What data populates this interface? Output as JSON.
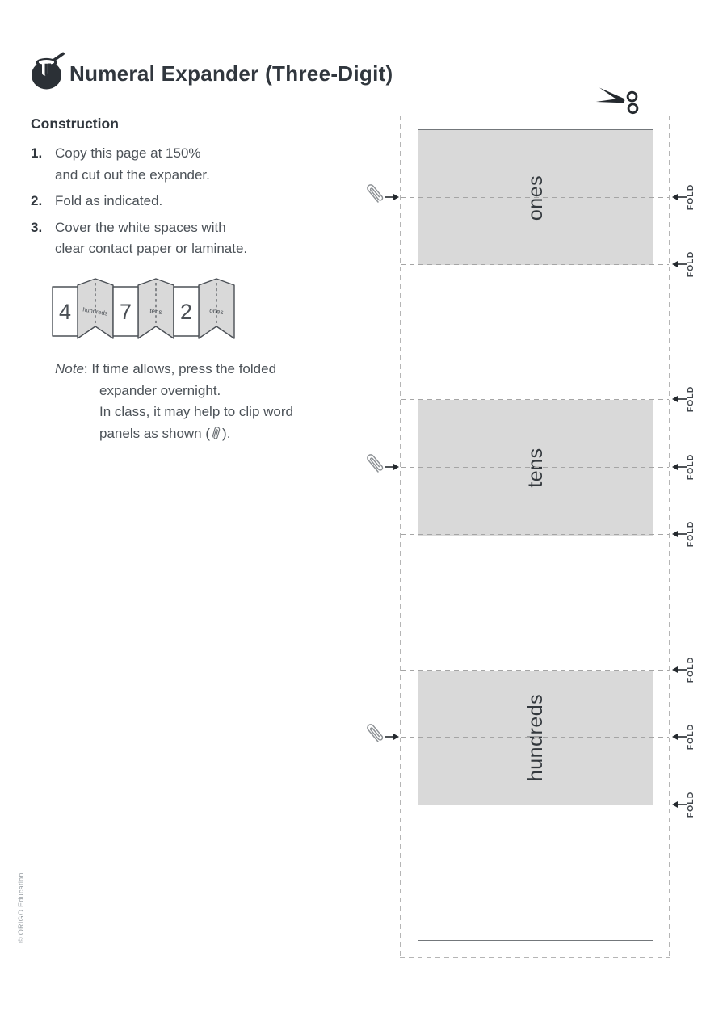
{
  "header": {
    "title": "Numeral Expander (Three-Digit)",
    "icon": "pot-icon"
  },
  "construction": {
    "heading": "Construction",
    "steps": [
      {
        "num": "1.",
        "lines": [
          "Copy this page at 150%",
          "and cut out the expander."
        ]
      },
      {
        "num": "2.",
        "lines": [
          "Fold as indicated."
        ]
      },
      {
        "num": "3.",
        "lines": [
          "Cover the white spaces with",
          "clear contact paper or laminate."
        ]
      }
    ],
    "note": {
      "label": "Note",
      "line1": ": If time allows, press the folded",
      "line2": "expander overnight.",
      "line3": "In class, it may help to clip word",
      "line4_pre": "panels as shown (",
      "line4_post": ")."
    }
  },
  "mini_expander": {
    "digits": [
      "4",
      "7",
      "2"
    ],
    "labels": [
      "hundreds",
      "tens",
      "ones"
    ]
  },
  "cutout": {
    "bands": [
      {
        "label": "ones"
      },
      {
        "label": "tens"
      },
      {
        "label": "hundreds"
      }
    ],
    "fold_label": "FOLD",
    "icons": [
      "scissors-icon",
      "paperclip-icon",
      "arrow-icon"
    ]
  },
  "footer": {
    "copyright": "© ORIGO Education."
  },
  "colors": {
    "band_gray": "#d9d9d9",
    "cut_dash": "#b5b5b5",
    "fold_dash": "#a5a5a5",
    "ink_dark": "#31373e",
    "body_text": "#4c5258",
    "muted_text": "#9aa0a5"
  }
}
